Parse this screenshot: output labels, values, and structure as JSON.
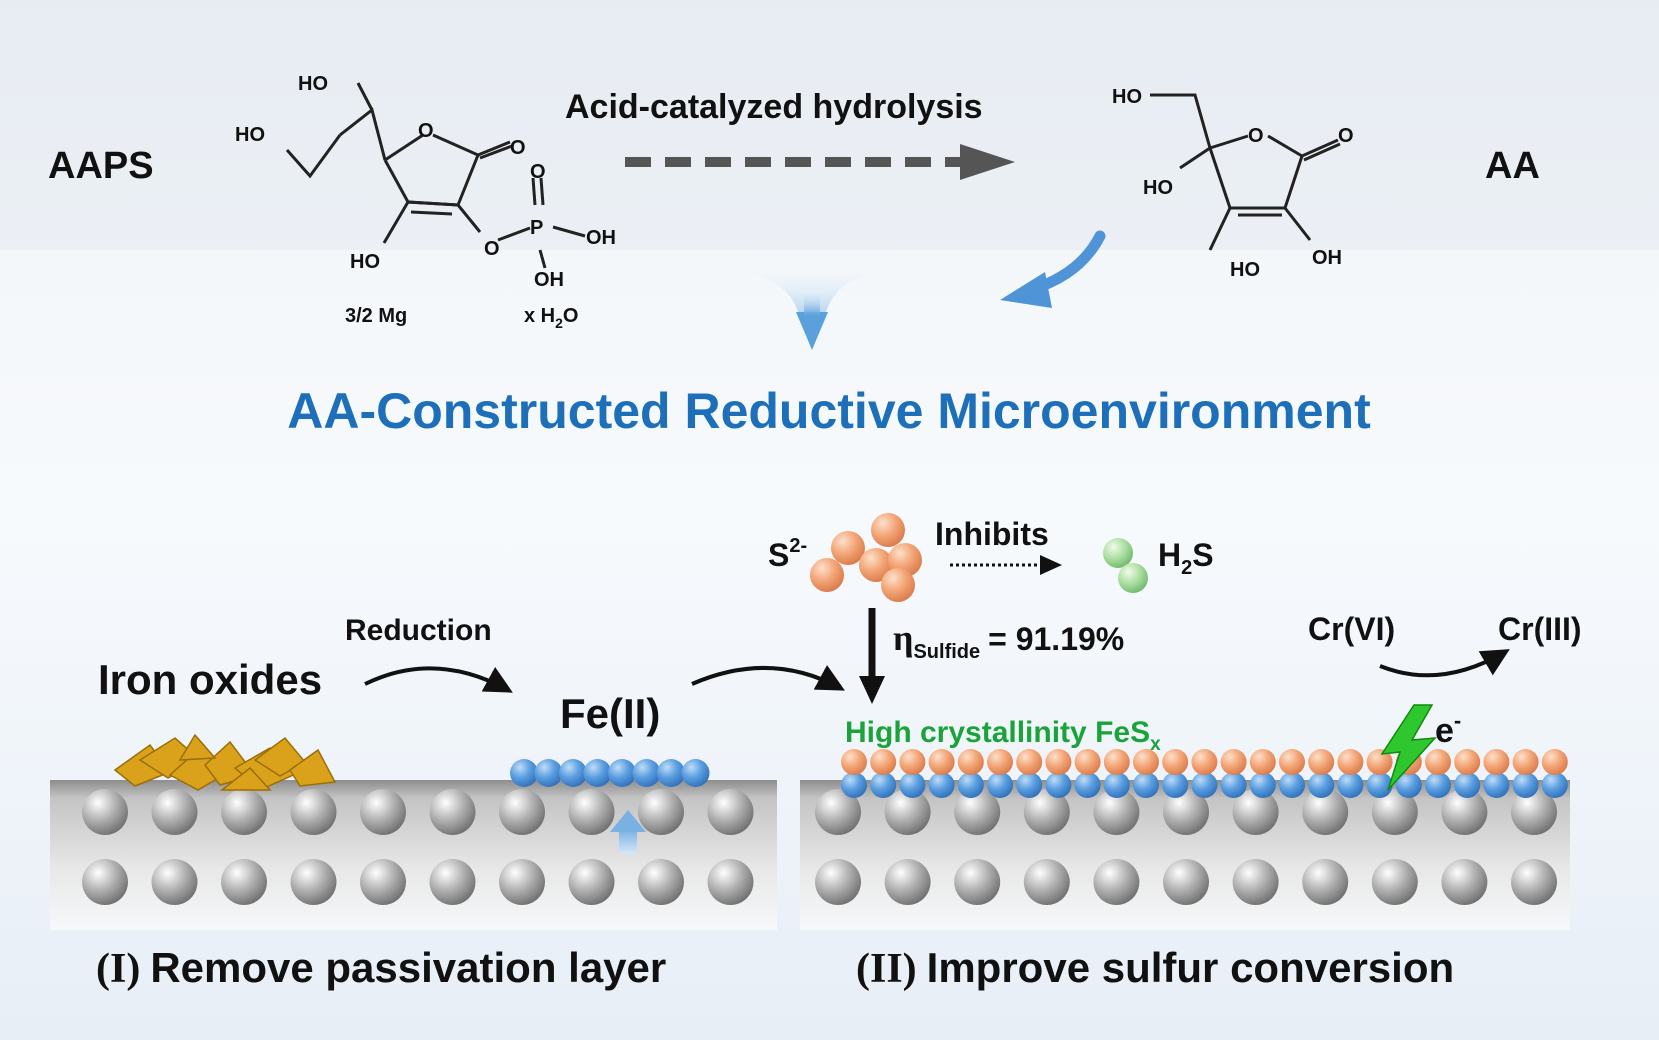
{
  "top": {
    "reactant": "AAPS",
    "product": "AA",
    "reaction_label": "Acid-catalyzed hydrolysis",
    "reactant_counterion": "3/2 Mg",
    "reactant_water": "x H",
    "water_sub": "2",
    "water_o": "O",
    "atoms": {
      "ho": "HO",
      "oh": "OH",
      "o": "O",
      "p": "P"
    }
  },
  "headline": "AA-Constructed Reductive Microenvironment",
  "headline_color": "#1e6fb9",
  "left_panel": {
    "iron_oxides": "Iron oxides",
    "reduction": "Reduction",
    "fe2": "Fe(II)",
    "caption_num": "(I)",
    "caption": "Remove passivation layer"
  },
  "right_panel": {
    "s2_base": "S",
    "s2_sup": "2-",
    "inhibits": "Inhibits",
    "h2s_h": "H",
    "h2s_sub": "2",
    "h2s_s": "S",
    "eta": "η",
    "eta_sub": "Sulfide",
    "eta_value": "= 91.19%",
    "cr6": "Cr(VI)",
    "cr3": "Cr(III)",
    "electron": "e",
    "electron_sup": "-",
    "fesx_label": "High crystallinity ",
    "fesx_fe": "FeS",
    "fesx_sub": "x",
    "fesx_color": "#1aa33a",
    "caption_num": "(II)",
    "caption": "Improve sulfur conversion"
  },
  "colors": {
    "sphere_gray": "#9a9a9a",
    "fe_blue": "#4a90d9",
    "s_orange": "#f0a070",
    "oxide_gold": "#d9a21a",
    "h2s_green": "#9cd79c",
    "lightning": "#2ec82e"
  }
}
